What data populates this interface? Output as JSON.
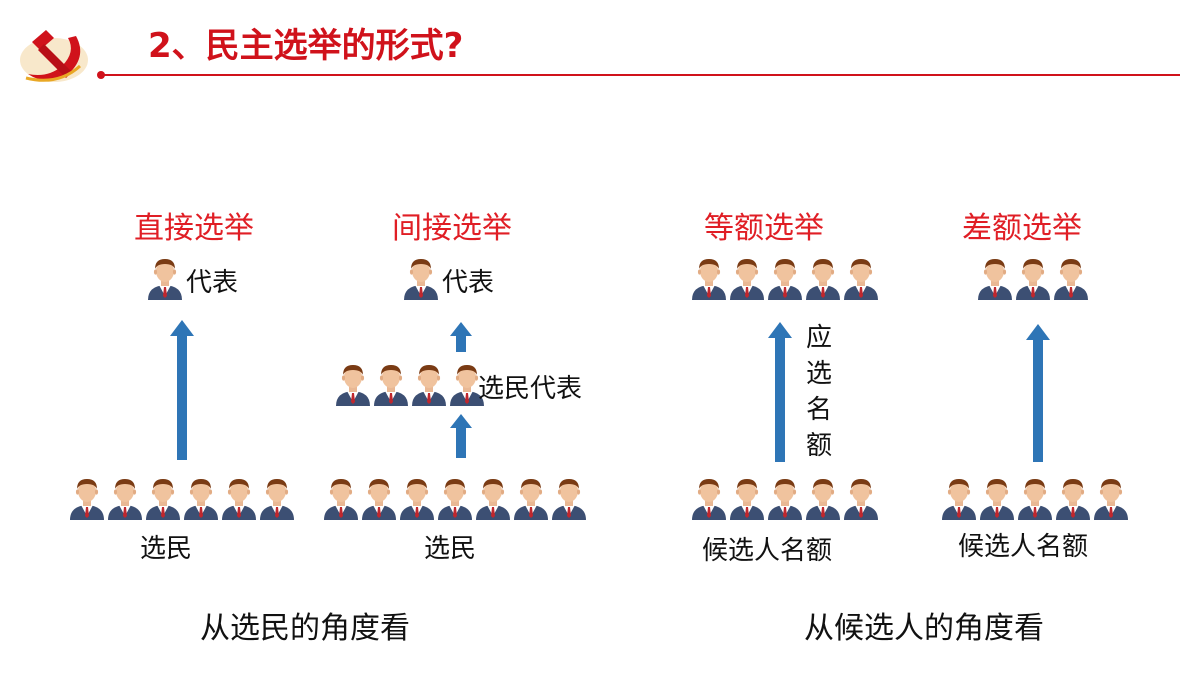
{
  "title": "2、民主选举的形式?",
  "emblem": {
    "icon": "hammer-sickle-icon",
    "color": "#d0121b"
  },
  "colors": {
    "accent": "#d0121b",
    "heading": "#e01e25",
    "arrow": "#2e75b6"
  },
  "direct": {
    "heading": "直接选举",
    "top_label": "代表",
    "bottom_label": "选民"
  },
  "indirect": {
    "heading": "间接选举",
    "top_label": "代表",
    "middle_label": "选民代表",
    "bottom_label": "选民"
  },
  "equal": {
    "heading": "等额选举",
    "arrow_label": [
      "应",
      "选",
      "名",
      "额"
    ],
    "bottom_label": "候选人名额"
  },
  "competitive": {
    "heading": "差额选举",
    "bottom_label": "候选人名额"
  },
  "captions": {
    "voter": "从选民的角度看",
    "candidate": "从候选人的角度看"
  }
}
